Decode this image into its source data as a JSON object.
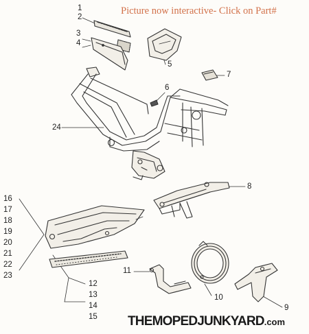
{
  "banner": "Picture now interactive- Click on Part#",
  "watermark": {
    "main": "THEMOPEDJUNKYARD",
    "domain": ".com"
  },
  "parts": {
    "p1": "1",
    "p2": "2",
    "p3": "3",
    "p4": "4",
    "p5": "5",
    "p6": "6",
    "p7": "7",
    "p8": "8",
    "p9": "9",
    "p10": "10",
    "p11": "11",
    "p12": "12",
    "p13": "13",
    "p14": "14",
    "p15": "15",
    "p16": "16",
    "p17": "17",
    "p18": "18",
    "p19": "19",
    "p20": "20",
    "p21": "21",
    "p22": "22",
    "p23": "23",
    "p24": "24"
  },
  "colors": {
    "banner": "#d2714a",
    "line": "#333333",
    "fill": "#f2efe8"
  }
}
